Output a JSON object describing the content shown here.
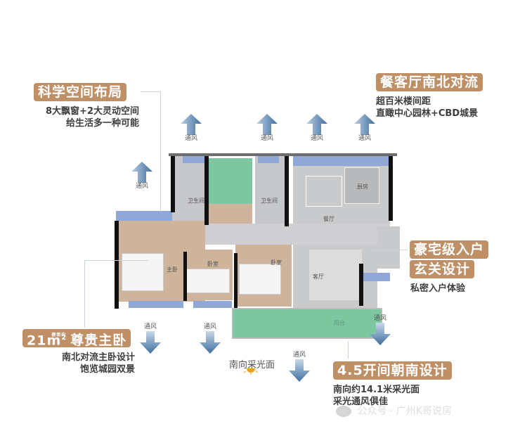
{
  "callouts": {
    "layout": {
      "title": "科学空间布局",
      "lines": [
        "8大飘窗+2大灵动空间",
        "给生活多一种可能"
      ]
    },
    "north_south": {
      "title": "餐客厅南北对流",
      "lines": [
        "超百米楼间距",
        "直瞰中心园林+CBD城景"
      ]
    },
    "entrance": {
      "title_line1": "豪宅级入户",
      "title_line2": "玄关设计",
      "lines": [
        "私密入户体验"
      ]
    },
    "master": {
      "title_prefix": "21m",
      "title_sup": "2",
      "title_small": "建面约",
      "title_suffix": "尊贵主卧",
      "lines": [
        "南北对流主卧设计",
        "饱览城园双景"
      ]
    },
    "south": {
      "title": "4.5开间朝南设计",
      "lines": [
        "南向约14.1米采光面",
        "采光通风俱佳"
      ]
    }
  },
  "ventilation_label": "通风",
  "south_light_label": "南向采光面",
  "rooms": {
    "bathroom1": "卫生间",
    "bathroom2": "卫生间",
    "dining": "餐厅",
    "kitchen": "厨房",
    "master_bedroom": "主卧",
    "bedroom2": "卧室",
    "bedroom3": "卧室",
    "living": "客厅",
    "balcony": "阳台"
  },
  "watermark": {
    "icon": "wechat-icon",
    "text": "公众号 · 广州K哥说房"
  },
  "colors": {
    "tag": "#bf8f66",
    "arrow": "#4b7bab",
    "window": "#8fa8d6",
    "garden": "#7cc6a0",
    "wood": "#cdb49a",
    "marble": "#cfcfd1"
  }
}
